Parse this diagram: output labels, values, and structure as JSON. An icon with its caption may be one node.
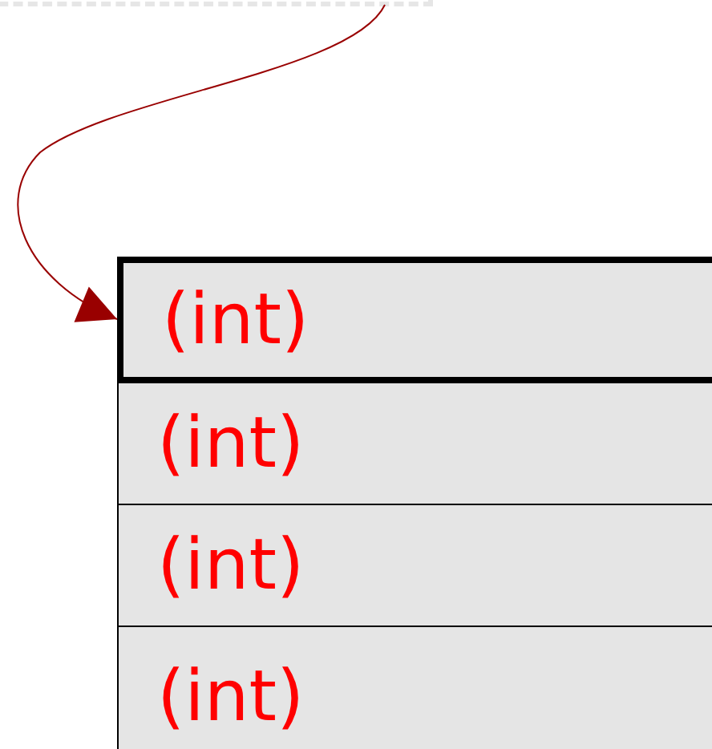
{
  "diagram": {
    "nodes": [
      {
        "text": [],
        "shape": "box"
      },
      {
        "text": [
          "(int)"
        ]
      },
      {
        "text": [
          "(int)"
        ]
      },
      {
        "text": [
          "(int)"
        ]
      },
      {
        "text": [
          "(int)"
        ]
      }
    ],
    "edges": [
      {
        "from": 0,
        "to": 1,
        "arrow": "to"
      }
    ]
  }
}
